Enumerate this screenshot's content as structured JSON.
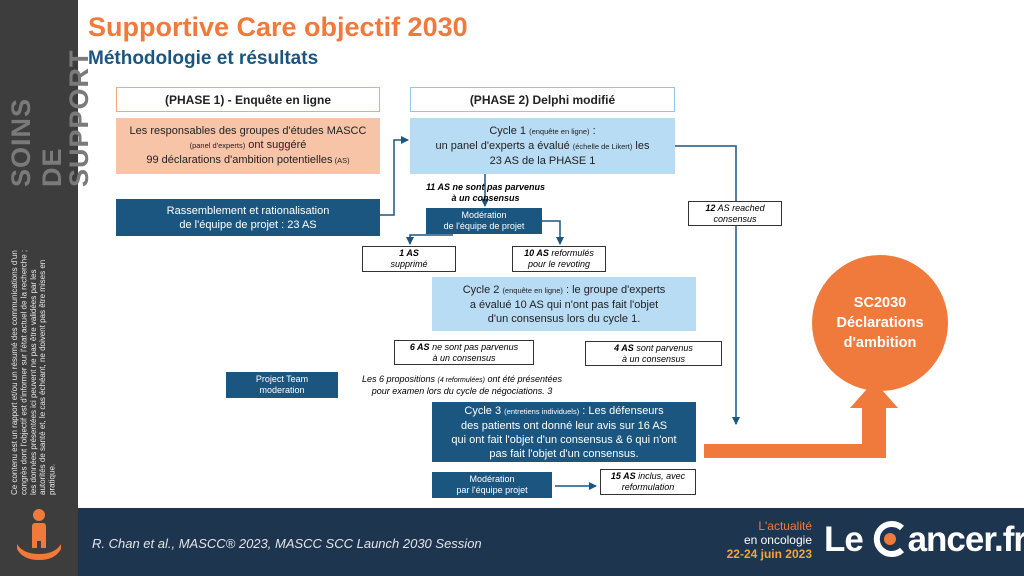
{
  "sidebar": {
    "title_line1": "SOINS",
    "title_line2": "DE SUPPORT",
    "disclaimer": "Ce contenu est un rapport et/ou un résumé des communications d'un congrès dont l'objectif est d'informer sur l'état actuel de la recherche ; les données présentées ici peuvent ne pas être validées par les autorités de santé et, le cas échéant, ne doivent pas être mises en pratique."
  },
  "header": {
    "title": "Supportive Care objectif 2030",
    "subtitle": "Méthodologie et résultats"
  },
  "phase1": {
    "header": "(PHASE 1) - Enquête en ligne",
    "box_a_1": "Les responsables des groupes d'études MASCC",
    "box_a_2a": "(panel d'experts)",
    "box_a_2b": " ont suggéré",
    "box_a_3a": "99 déclarations d'ambition potentielles",
    "box_a_3b": " (AS)",
    "box_b_1": "Rassemblement et rationalisation",
    "box_b_2": "de l'équipe de projet : 23 AS"
  },
  "phase2": {
    "header": "(PHASE 2) Delphi modifié",
    "cycle1_1a": "Cycle 1 ",
    "cycle1_1b": "(enquête en ligne)",
    "cycle1_1c": " :",
    "cycle1_2a": "un panel d'experts a évalué ",
    "cycle1_2b": "(échelle de Likert)",
    "cycle1_2c": " les",
    "cycle1_3": "23 AS de la PHASE 1",
    "no_consensus_11_a": "11 AS ne sont pas parvenus",
    "no_consensus_11_b": "à un consensus",
    "reached_12_a": "12",
    "reached_12_b": " AS reached",
    "reached_12_c": "consensus",
    "moderation1_a": "Modération",
    "moderation1_b": "de l'équipe de projet",
    "deleted_a": "1 AS",
    "deleted_b": "supprimé",
    "reformulated_a": "10 AS",
    "reformulated_b": " reformulés",
    "reformulated_c": "pour le revoting",
    "cycle2_1a": "Cycle 2 ",
    "cycle2_1b": "(enquête en ligne)",
    "cycle2_1c": " : le groupe d'experts",
    "cycle2_2": "a évalué 10 AS qui n'ont pas fait l'objet",
    "cycle2_3": "d'un consensus lors du cycle 1.",
    "no_consensus_6_a": "6 AS",
    "no_consensus_6_b": " ne sont pas parvenus",
    "no_consensus_6_c": "à un consensus",
    "no_consensus_4_a": "4 AS",
    "no_consensus_4_b": " sont parvenus",
    "no_consensus_4_c": "à un consensus",
    "project_team_a": "Project Team",
    "project_team_b": "moderation",
    "props_1a": "Les 6 propositions ",
    "props_1b": "(4 reformulées)",
    "props_1c": " ont été présentées",
    "props_2": "pour examen lors du cycle de négociations. 3",
    "cycle3_1a": "Cycle 3 ",
    "cycle3_1b": "(entretiens individuels)",
    "cycle3_1c": " : Les défenseurs",
    "cycle3_2": "des patients ont donné leur avis sur 16 AS",
    "cycle3_3": "qui ont fait l'objet d'un consensus  & 6 qui n'ont",
    "cycle3_4": "pas fait l'objet d'un consensus.",
    "moderation2_a": "Modération",
    "moderation2_b": "par l'équipe projet",
    "included_a": "15 AS",
    "included_b": " inclus, avec",
    "included_c": "reformulation"
  },
  "result": {
    "line1": "SC2030",
    "line2": "Déclarations",
    "line3": "d'ambition"
  },
  "footer": {
    "reference": "R. Chan et al., MASCC® 2023, MASCC SCC Launch 2030 Session",
    "event_line1": "L'actualité",
    "event_line2": "en oncologie",
    "event_line3": "22-24 juin 2023",
    "logo_a": "Le ",
    "logo_b": "ancer.fr"
  },
  "colors": {
    "accent": "#f07a3c",
    "navy": "#1a5680",
    "light_blue": "#b8dcf4",
    "salmon": "#f8c4a8",
    "sidebar": "#3d3d3d",
    "footer": "#1e3550"
  },
  "icons": {
    "sidebar_icon": "person-in-hand-icon",
    "logo_icon": "c-ring-logo-icon"
  }
}
